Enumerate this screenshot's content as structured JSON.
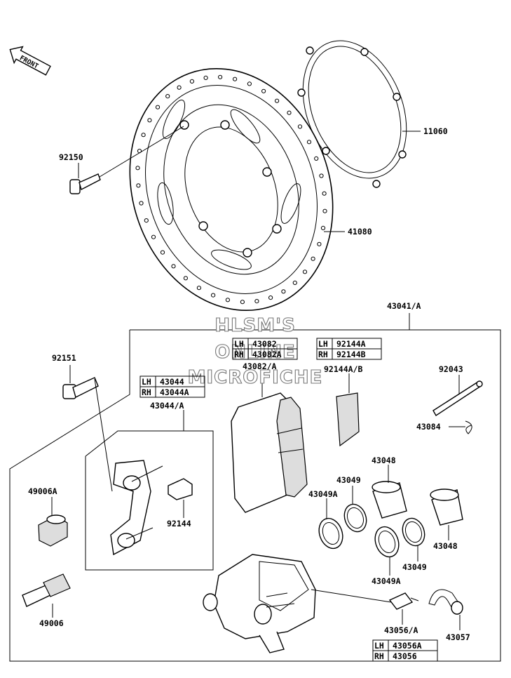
{
  "front_label": "FRONT",
  "watermark": {
    "line1": "HLSM'S",
    "line2": "ONLINE",
    "line3": "MICROFICHE"
  },
  "parts": {
    "p92150": "92150",
    "p11060": "11060",
    "p41080": "41080",
    "p43041": "43041/A",
    "p92151": "92151",
    "p43082A": "43082/A",
    "p92144AB": "92144A/B",
    "p43044A": "43044/A",
    "p92043": "92043",
    "p43084": "43084",
    "p43048a": "43048",
    "p43049a": "43049",
    "p43049Aa": "43049A",
    "p49006A": "49006A",
    "p92144": "92144",
    "p43048b": "43048",
    "p43049b": "43049",
    "p43049Ab": "43049A",
    "p49006": "49006",
    "p43056A": "43056/A",
    "p43057": "43057"
  },
  "tables": {
    "t43082": [
      {
        "side": "LH",
        "part": "43082"
      },
      {
        "side": "RH",
        "part": "43082A"
      }
    ],
    "t92144": [
      {
        "side": "LH",
        "part": "92144A"
      },
      {
        "side": "RH",
        "part": "92144B"
      }
    ],
    "t43044": [
      {
        "side": "LH",
        "part": "43044"
      },
      {
        "side": "RH",
        "part": "43044A"
      }
    ],
    "t43056": [
      {
        "side": "LH",
        "part": "43056A"
      },
      {
        "side": "RH",
        "part": "43056"
      }
    ]
  }
}
